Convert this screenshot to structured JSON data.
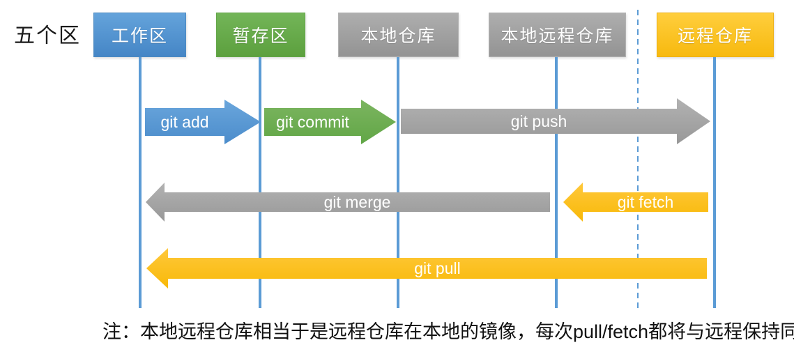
{
  "diagram": {
    "title": "五个区",
    "note": "注：本地远程仓库相当于是远程仓库在本地的镜像，每次pull/fetch都将与远程保持同步"
  },
  "zones": [
    {
      "label": "工作区",
      "color": "#5B9BD5"
    },
    {
      "label": "暂存区",
      "color": "#70AD47"
    },
    {
      "label": "本地仓库",
      "color": "#A5A5A5"
    },
    {
      "label": "本地远程仓库",
      "color": "#A5A5A5"
    },
    {
      "label": "远程仓库",
      "color": "#FFC000"
    }
  ],
  "arrows": [
    {
      "label": "git add",
      "direction": "right",
      "color": "#5B9BD5",
      "from": "工作区",
      "to": "暂存区"
    },
    {
      "label": "git commit",
      "direction": "right",
      "color": "#70AD47",
      "from": "暂存区",
      "to": "本地仓库"
    },
    {
      "label": "git push",
      "direction": "right",
      "color": "#A5A5A5",
      "from": "本地仓库",
      "to": "远程仓库"
    },
    {
      "label": "git merge",
      "direction": "left",
      "color": "#A5A5A5",
      "from": "本地远程仓库",
      "to": "工作区"
    },
    {
      "label": "git fetch",
      "direction": "left",
      "color": "#FFC000",
      "from": "远程仓库",
      "to": "本地远程仓库"
    },
    {
      "label": "git pull",
      "direction": "left",
      "color": "#FFC000",
      "from": "远程仓库",
      "to": "工作区"
    }
  ],
  "colors": {
    "lifeline_blue": "#5B9BD5",
    "background": "#FFFFFF",
    "text": "#111111"
  }
}
